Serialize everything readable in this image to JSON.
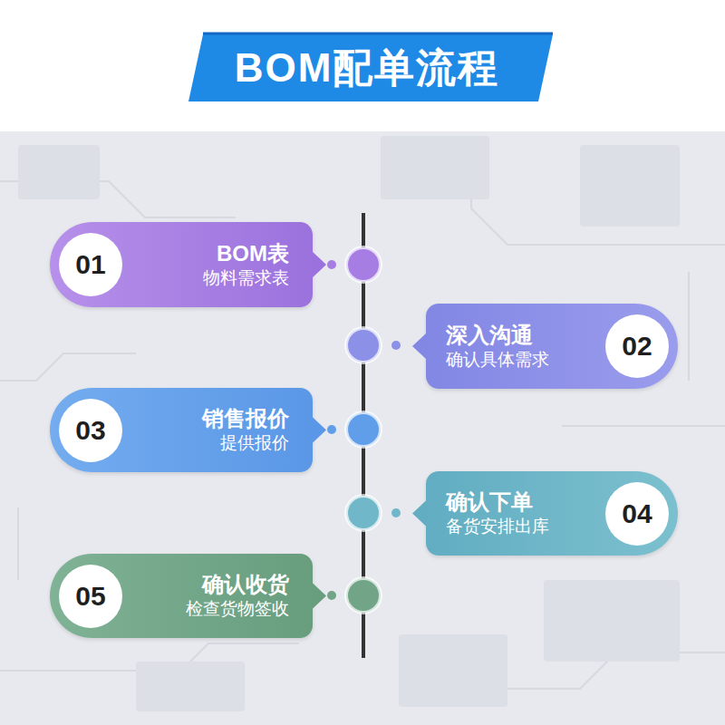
{
  "diagram": {
    "title": "BOM配单流程",
    "nodes": [
      {
        "text": [
          "BOM表",
          "物料需求表"
        ]
      },
      {
        "text": [
          "01"
        ],
        "in": 0
      },
      {
        "text": [
          "深入沟通",
          "确认具体需求"
        ]
      },
      {
        "text": [
          "02"
        ],
        "in": 2
      },
      {
        "text": [
          "销售报价",
          "提供报价"
        ]
      },
      {
        "text": [
          "03"
        ],
        "in": 4
      },
      {
        "text": [
          "确认下单",
          "备货安排出库"
        ]
      },
      {
        "text": [
          "04"
        ],
        "in": 6
      },
      {
        "text": [
          "确认收货",
          "检查货物签收"
        ]
      },
      {
        "text": [
          "05"
        ],
        "in": 8
      }
    ]
  }
}
